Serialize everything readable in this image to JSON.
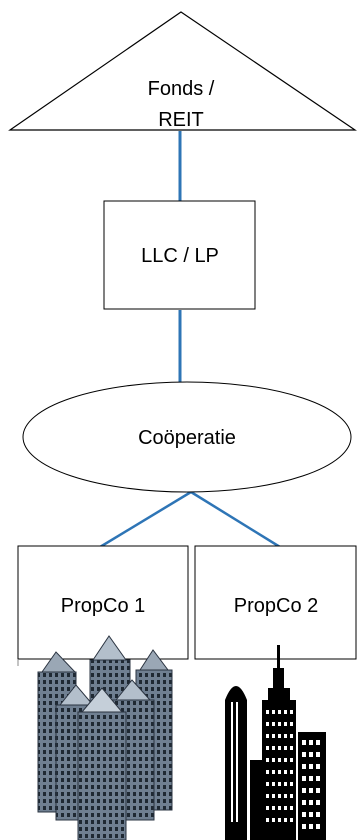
{
  "colors": {
    "connector": "#2e75b6",
    "outline": "#000000",
    "background": "#ffffff"
  },
  "nodes": {
    "fund": {
      "line1": "Fonds /",
      "line2": "REIT"
    },
    "llc": {
      "label": "LLC / LP"
    },
    "cooperative": {
      "label": "Coöperatie"
    },
    "propco1": {
      "label": "PropCo 1"
    },
    "propco2": {
      "label": "PropCo 2"
    }
  },
  "illustrations": {
    "left": "office-towers-icon",
    "right": "city-skyline-icon"
  }
}
